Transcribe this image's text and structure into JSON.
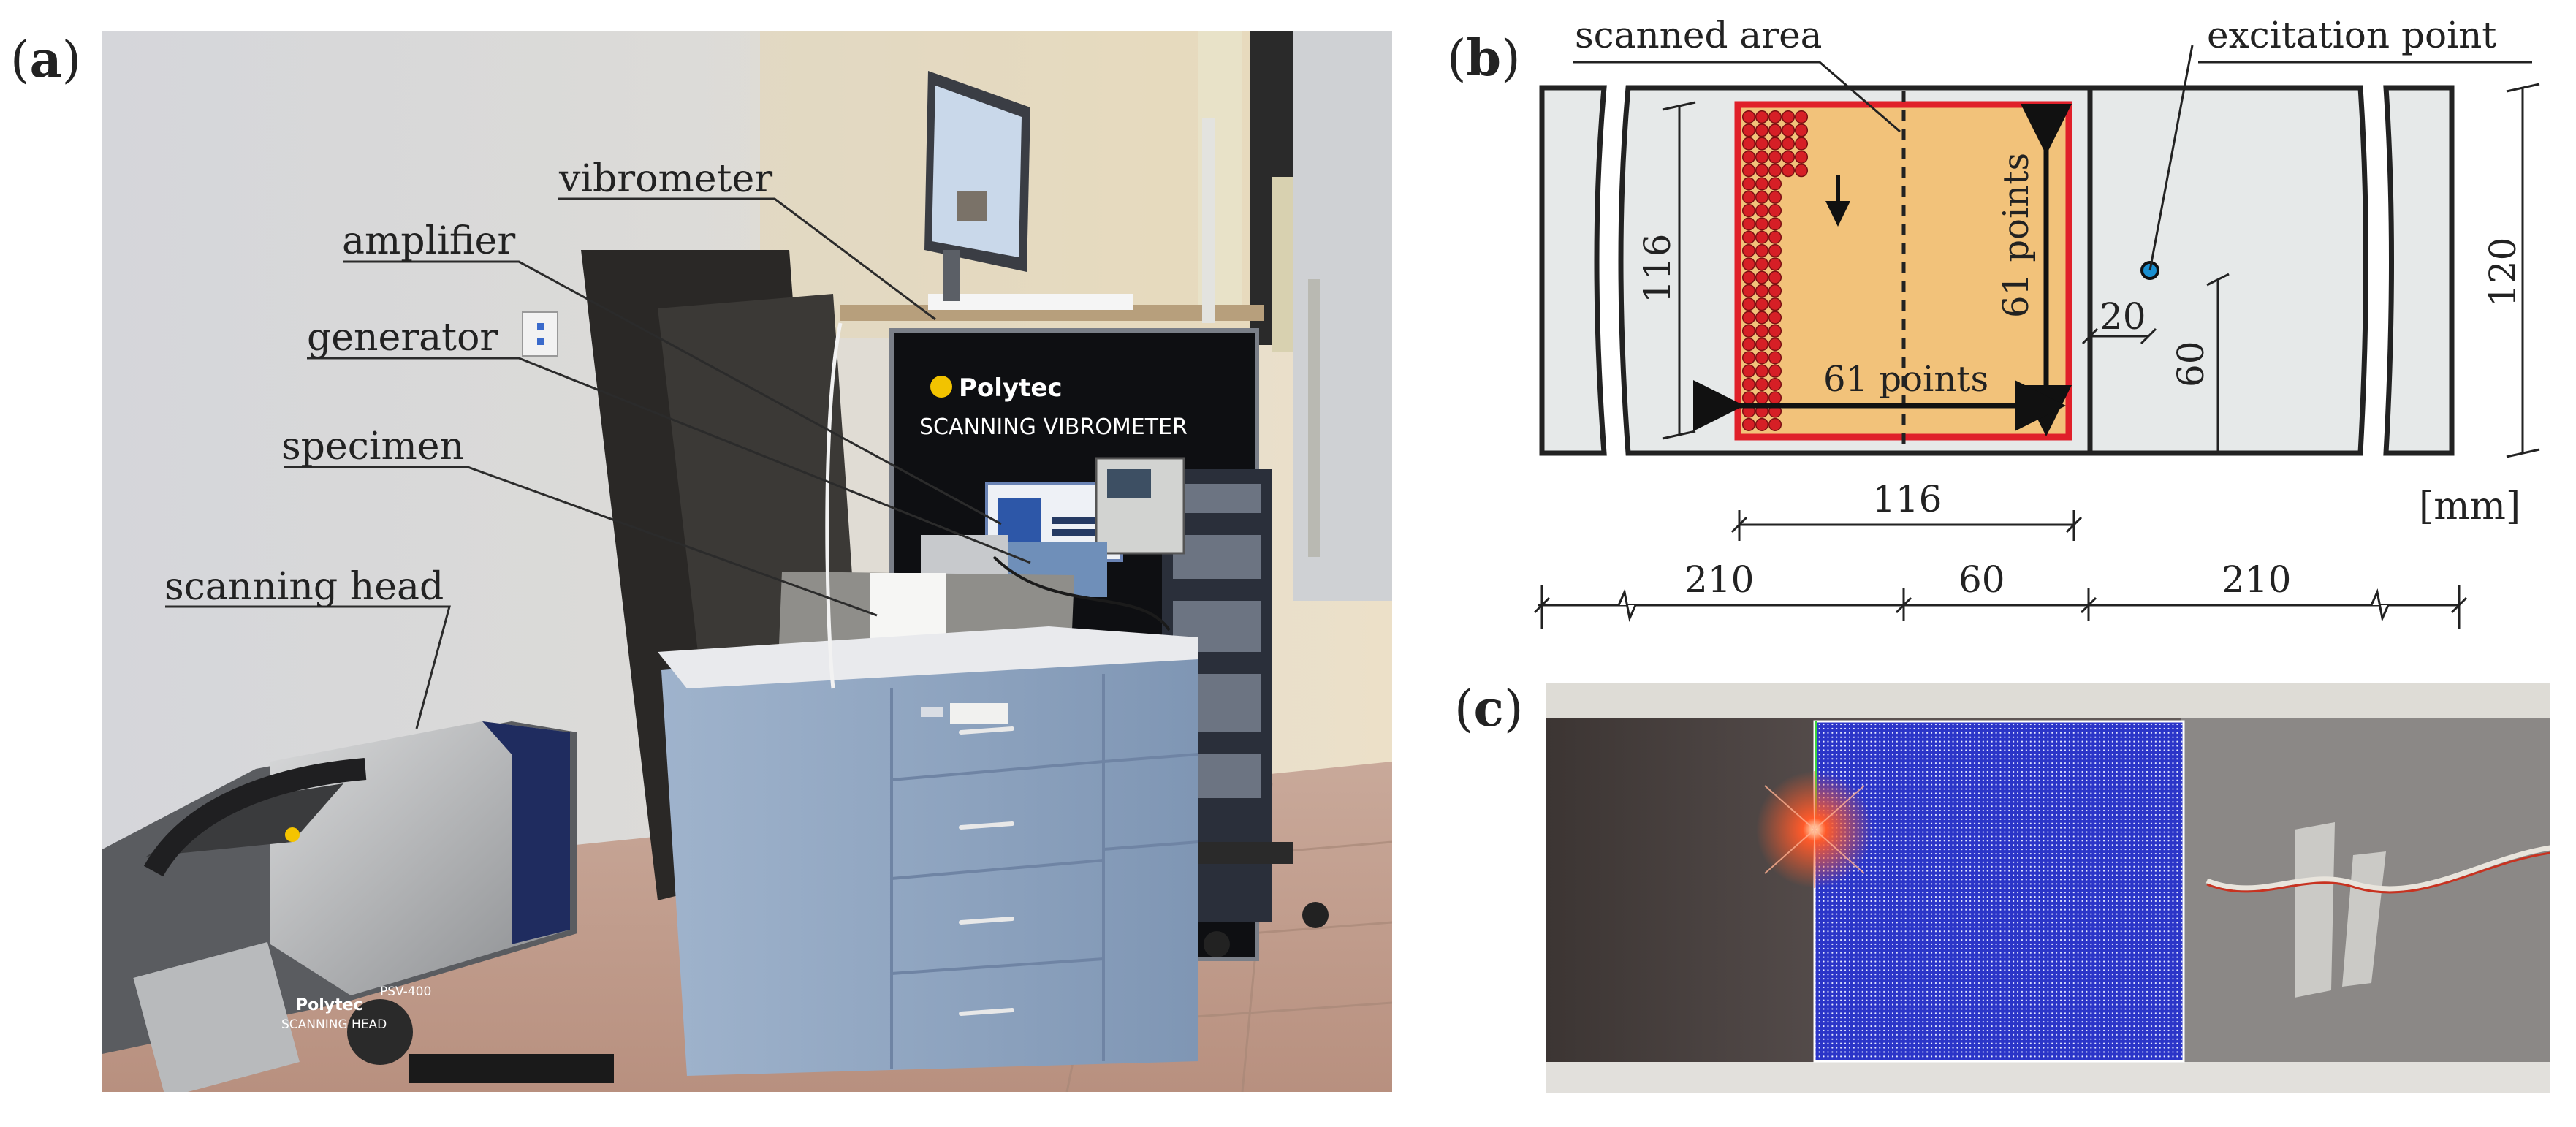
{
  "panels": {
    "a": {
      "label": "a"
    },
    "b": {
      "label": "b"
    },
    "c": {
      "label": "c"
    }
  },
  "photo_a": {
    "callouts": [
      "vibrometer",
      "amplifier",
      "generator",
      "specimen",
      "scanning head"
    ],
    "brand": "Polytec",
    "case_text": "SCANNING VIBROMETER",
    "head_model": "PSV-400",
    "head_text": "SCANNING HEAD"
  },
  "diagram_b": {
    "label_scanned_area": "scanned area",
    "label_excitation_point": "excitation point",
    "dim_height_scan": "116",
    "dim_height_total": "120",
    "dim_20": "20",
    "dim_60_vertical": "60",
    "rows_label": "61 points",
    "cols_label": "61 points",
    "dim_scan_width": "116",
    "unit": "[mm]",
    "dim_left": "210",
    "dim_middle": "60",
    "dim_right": "210",
    "colors": {
      "scan_fill": "#f2c27a",
      "scan_border": "#e0202a",
      "point_fill": "#d61f26",
      "excitation": "#1a8fd0",
      "plate": "#e6e9e9"
    }
  },
  "photo_c": {
    "colors": {
      "grid": "#2b35c8",
      "laser": "#ff5a2a"
    }
  }
}
